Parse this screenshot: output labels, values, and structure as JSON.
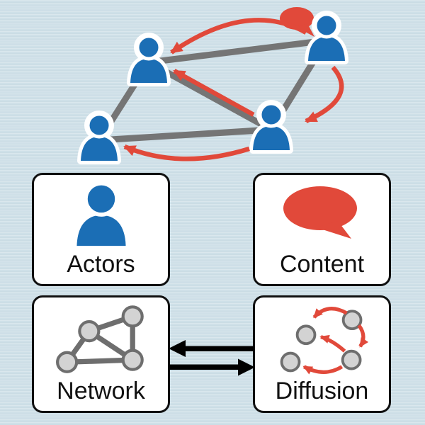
{
  "colors": {
    "actor_blue": "#1b6eb5",
    "content_red": "#e1493a",
    "tie_gray": "#757575",
    "node_fill": "#d3d3d3",
    "node_stroke": "#6e6e6e",
    "background": "#cfe0e8",
    "box_background": "#ffffff",
    "box_border": "#101010",
    "arrow_black": "#000000",
    "label_color": "#111111",
    "halo_white": "#ffffff"
  },
  "top_diagram": {
    "person_count": 4,
    "tie_count": 5,
    "diffusion_arrow_count": 4,
    "seed_actor_has_speech_bubble": true,
    "icons": [
      "person-icon",
      "speech-bubble-icon",
      "tie-edge",
      "diffusion-arrow"
    ]
  },
  "boxes": {
    "actors": {
      "label": "Actors",
      "icon": "person-icon"
    },
    "content": {
      "label": "Content",
      "icon": "speech-bubble-icon"
    },
    "network": {
      "label": "Network",
      "icon": "network-graph-icon"
    },
    "diffusion": {
      "label": "Diffusion",
      "icon": "diffusion-graph-icon"
    }
  },
  "connectors": {
    "network_diffusion": [
      "left-arrow",
      "right-arrow"
    ]
  }
}
